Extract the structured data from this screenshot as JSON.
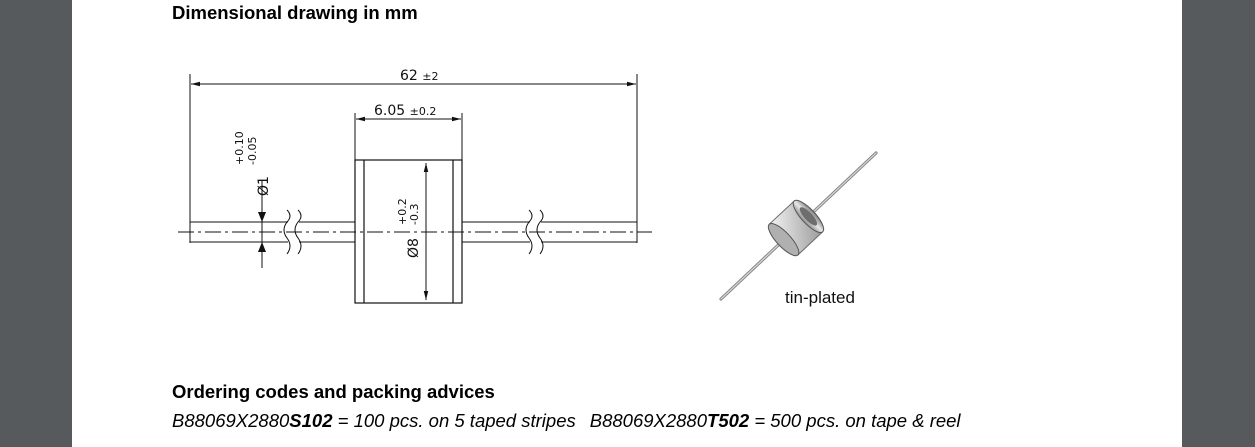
{
  "headings": {
    "drawing": "Dimensional drawing in mm",
    "ordering": "Ordering codes and packing advices"
  },
  "drawing": {
    "overall_length": "62",
    "overall_length_tol": "±2",
    "body_length": "6.05",
    "body_length_tol": "±0.2",
    "lead_diameter_symbol": "Ø",
    "lead_diameter": "1",
    "lead_diameter_tol_upper": "+0.10",
    "lead_diameter_tol_lower": "-0.05",
    "body_diameter_symbol": "Ø",
    "body_diameter": "8",
    "body_diameter_tol_upper": "+0.2",
    "body_diameter_tol_lower": "-0.3"
  },
  "photo": {
    "label": "tin-plated"
  },
  "ordering_codes": [
    {
      "prefix": "B88069X2880",
      "suffix": "S102",
      "description": " = 100 pcs. on 5 taped stripes"
    },
    {
      "prefix": "B88069X2880",
      "suffix": "T502",
      "description": " = 500 pcs. on tape & reel"
    }
  ]
}
